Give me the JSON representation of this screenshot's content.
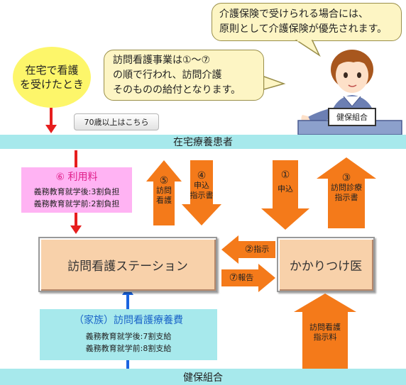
{
  "speech_top": {
    "line1": "介護保険で受けられる場合には、",
    "line2": "原則として介護保険が優先されます。"
  },
  "speech_mid": {
    "line1": "訪問看護事業は①～⑦",
    "line2": "の順で行われ、訪問介護",
    "line3": "そのものの給付となります。"
  },
  "start_circle": {
    "line1": "在宅で看護",
    "line2": "を受けたとき"
  },
  "over70_button": "70歳以上はこちら",
  "patient_band": "在宅療養患者",
  "insurer_band": "健保組合",
  "person_sign": "健保組合",
  "fee_box": {
    "title": "⑥ 利用料",
    "line1": "義務教育就学後:3割負担",
    "line2": "義務教育就学前:2割負担"
  },
  "benefit_box": {
    "title": "（家族）訪問看護療養費",
    "line1": "義務教育就学後:7割支給",
    "line2": "義務教育就学前:8割支給"
  },
  "station": "訪問看護ステーション",
  "doctor": "かかりつけ医",
  "steps": {
    "s5": {
      "num": "⑤",
      "l1": "訪問",
      "l2": "看護"
    },
    "s4": {
      "num": "④",
      "l1": "申込",
      "l2": "指示書"
    },
    "s1": {
      "num": "①",
      "l1": "申込"
    },
    "s3": {
      "num": "③",
      "l1": "訪問診療",
      "l2": "指示書"
    },
    "s2": {
      "num": "②",
      "l1": "指示"
    },
    "s7": {
      "num": "⑦",
      "l1": "報告"
    },
    "fee": {
      "l1": "訪問看護",
      "l2": "指示料"
    }
  },
  "colors": {
    "band": "#a7e9ec",
    "arrow_orange": "#f47a1a",
    "bubble": "#fdf5c4",
    "fee_box": "#ffb3f3",
    "fee_title": "#e0208a",
    "benefit_box": "#a7e9ec",
    "benefit_title": "#1a64c8",
    "red_arrow": "#e61e1e",
    "blue_arrow": "#1a64e0",
    "start_circle": "#fdf66a"
  }
}
